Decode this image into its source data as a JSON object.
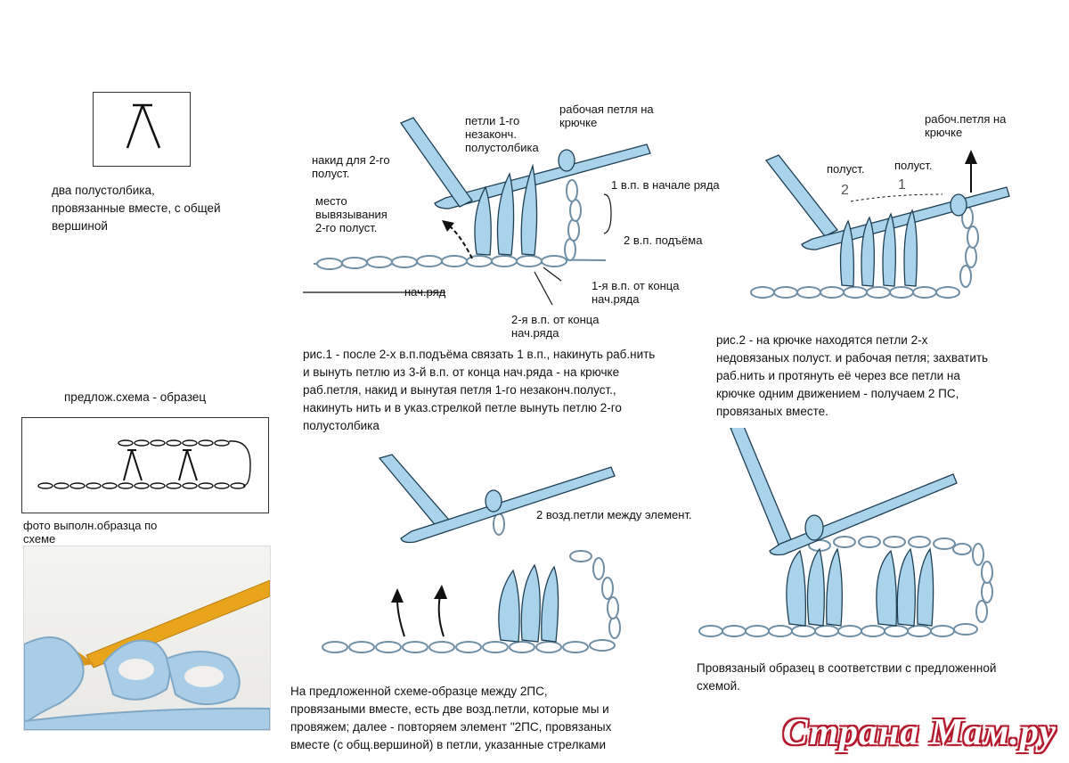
{
  "symbol_caption": "два полустолбика,\nпровязанные вместе, с общей\nвершиной",
  "fig1": {
    "labels": {
      "nakid": "накид для 2-го\nполуст.",
      "petli": "петли 1-го\nнезаконч.\nполустолбика",
      "rabochaya": "рабочая петля на\nкрючке",
      "vp1_start": "1 в.п. в начале ряда",
      "mesto": "место\nвывязывания\n2-го полуст.",
      "vp2_lift": "2 в.п. подъёма",
      "vp1_end": "1-я в.п. от конца\nнач.ряда",
      "nach_ryad": "нач.ряд",
      "vp2_end": "2-я в.п. от конца\nнач.ряда"
    },
    "caption": "рис.1 - после 2-х в.п.подъёма связать 1 в.п.,  накинуть раб.нить\nи вынуть петлю  из 3-й в.п. от конца нач.ряда - на крючке\nраб.петля, накид и вынутая петля 1-го незаконч.полуст.,\nнакинуть нить и в указ.стрелкой петле вынуть петлю 2-го\nполустолбика"
  },
  "fig2": {
    "labels": {
      "rabochaya": "рабоч.петля на\nкрючке",
      "polust_left": "полуст.",
      "polust_right": "полуст.",
      "num2": "2",
      "num1": "1"
    },
    "caption": "рис.2 - на крючке находятся петли 2-х\nнедовязаных полуст. и рабочая петля;  захватить\nраб.нить и протянуть её через все петли на\nкрючке одним движением - получаем 2 ПС,\nпровязаных вместе."
  },
  "scheme_title": "предлож.схема - образец",
  "photo_caption": "фото выполн.образца по\nсхеме",
  "fig3": {
    "label": "2 возд.петли между элемент.",
    "caption": "На предложенной схеме-образце  между 2ПС,\nпровязаными вместе, есть две возд.петли, которые мы и\nпровяжем; далее - повторяем элемент \"2ПС, провязаных\nвместе (с общ.вершиной) в петли, указанные стрелками"
  },
  "fig4": {
    "caption": "Провязаный образец в соответствии с предложенной\nсхемой."
  },
  "watermark": "Страна Мам.ру",
  "colors": {
    "yarn": "#a9d3ea",
    "outline": "#1f3f55",
    "hook_photo": "#e8a51c",
    "watermark": "#b3182b"
  }
}
